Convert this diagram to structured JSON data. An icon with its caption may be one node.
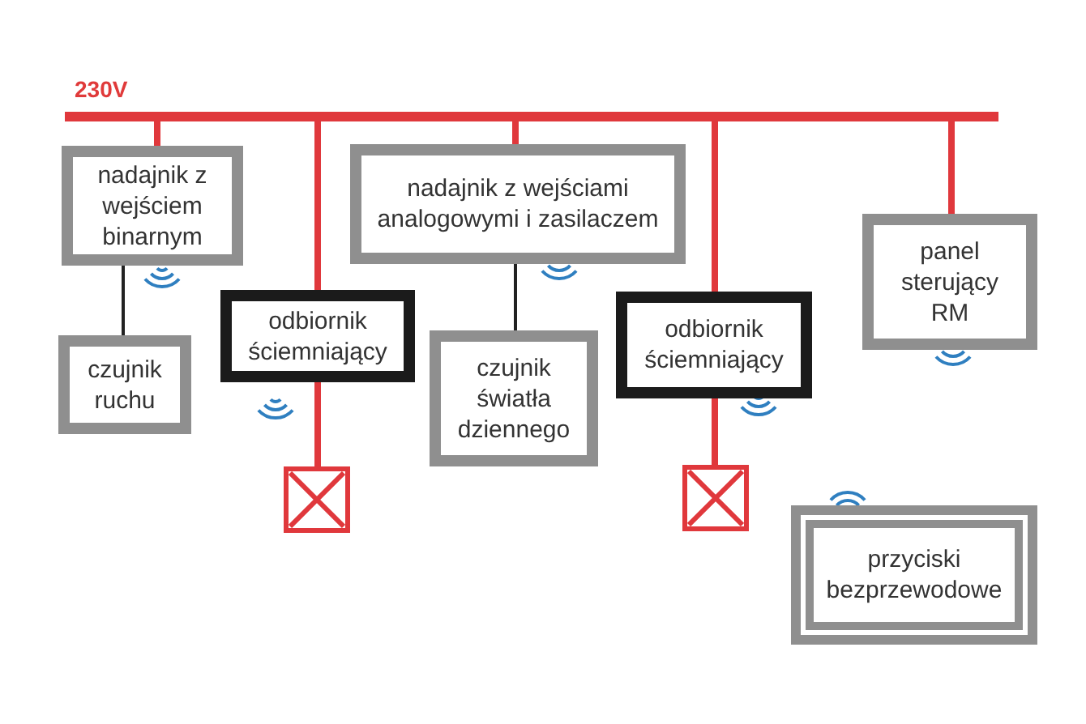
{
  "diagram": {
    "nodes": [
      {
        "text": [],
        "shape": "bar",
        "beside": [
          "230V"
        ]
      },
      {
        "text": [
          "nadajnik z wejściem binarnym"
        ]
      },
      {
        "text": [
          "czujnik ruchu"
        ]
      },
      {
        "text": [
          "odbiornik ściemniający"
        ]
      },
      {
        "text": [],
        "shape": "box"
      },
      {
        "text": [
          "nadajnik z wejściami analogowymi i zasilaczem"
        ]
      },
      {
        "text": [
          "czujnik światła dziennego"
        ]
      },
      {
        "text": [
          "odbiornik ściemniający"
        ]
      },
      {
        "text": [],
        "shape": "box"
      },
      {
        "text": [
          "panel sterujący RM"
        ]
      },
      {
        "text": [
          "przyciski bezprzewodowe"
        ]
      }
    ],
    "edges": [
      {
        "from": 0,
        "to": 1,
        "arrow": "none"
      },
      {
        "from": 0,
        "to": 3,
        "arrow": "none"
      },
      {
        "from": 0,
        "to": 5,
        "arrow": "none"
      },
      {
        "from": 0,
        "to": 7,
        "arrow": "none"
      },
      {
        "from": 0,
        "to": 9,
        "arrow": "none"
      },
      {
        "from": 1,
        "to": 2,
        "arrow": "none",
        "color": "#222222"
      },
      {
        "from": 5,
        "to": 6,
        "arrow": "none",
        "color": "#222222"
      },
      {
        "from": 3,
        "to": 4,
        "arrow": "none"
      },
      {
        "from": 7,
        "to": 8,
        "arrow": "none"
      }
    ]
  }
}
